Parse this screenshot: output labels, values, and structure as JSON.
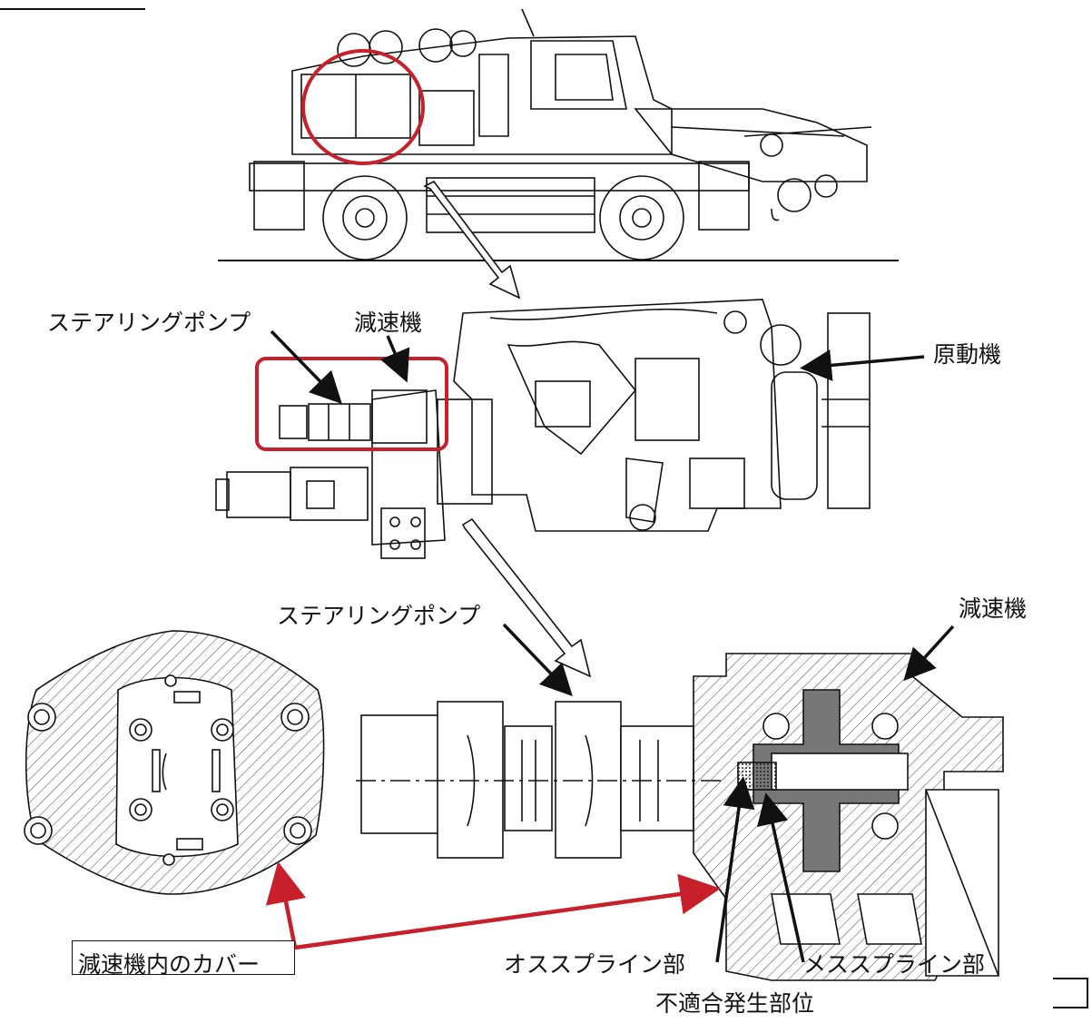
{
  "labels": {
    "steering_pump_top": "ステアリングポンプ",
    "reducer_top": "減速機",
    "prime_mover": "原動機",
    "steering_pump_bottom": "ステアリングポンプ",
    "reducer_bottom": "減速機",
    "cover_in_reducer": "減速機内のカバー",
    "male_spline": "オススプライン部",
    "female_spline": "メススプライン部",
    "defect_location": "不適合発生部位"
  },
  "colors": {
    "highlight": "#c8202b",
    "line": "#111111",
    "hatch": "#444444"
  }
}
